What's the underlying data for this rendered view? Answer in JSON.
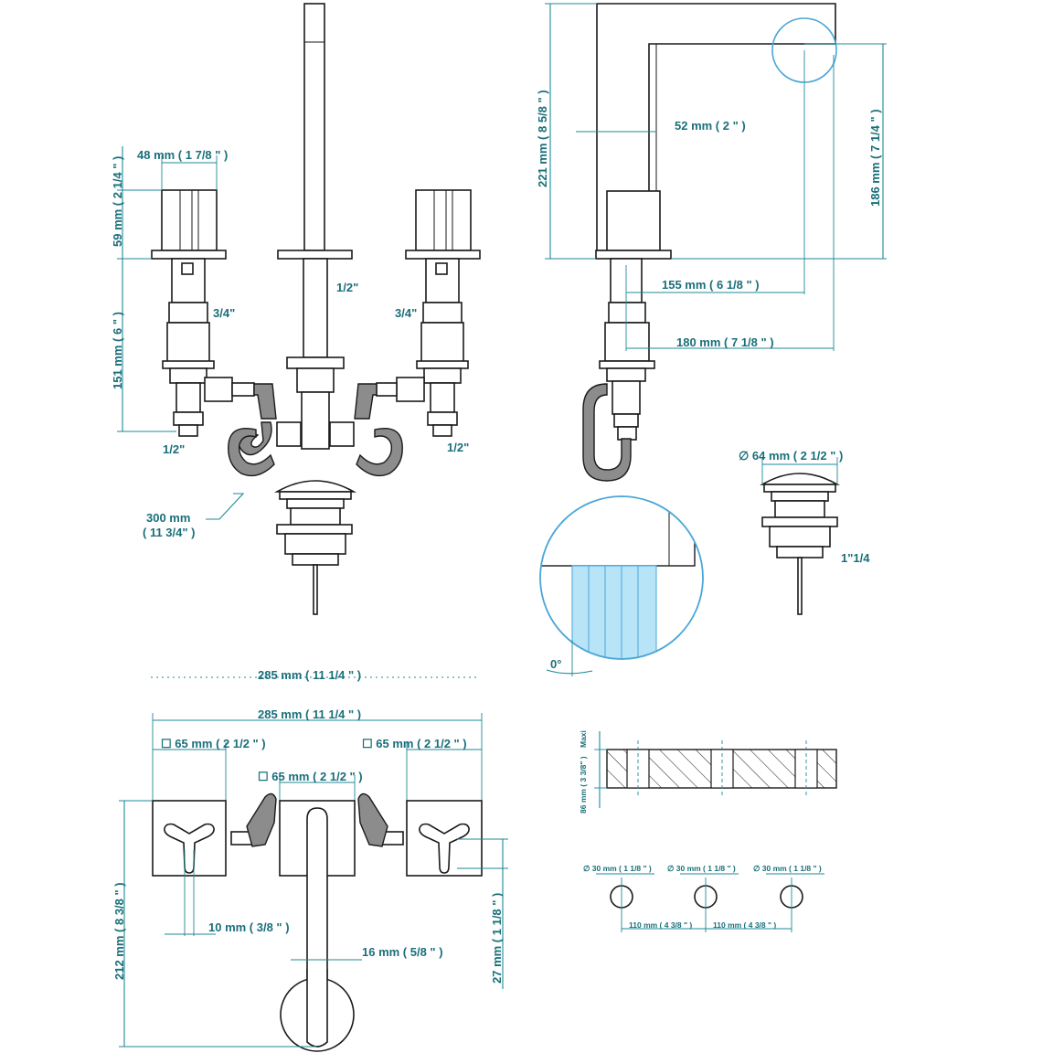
{
  "front_view": {
    "d_48": "48 mm ( 1 7/8 \" )",
    "d_59": "59 mm ( 2 1/4 \" )",
    "d_151": "151 mm ( 6 \" )",
    "t_half_center": "1/2\"",
    "t_34_left": "3/4\"",
    "t_34_right": "3/4\"",
    "t_half_left": "1/2\"",
    "t_half_right": "1/2\"",
    "d_300_a": "300 mm",
    "d_300_b": "( 11 3/4\" )"
  },
  "side_view": {
    "d_221": "221 mm ( 8 5/8 \" )",
    "d_52": "52 mm ( 2 \" )",
    "d_186": "186 mm ( 7 1/4 \" )",
    "d_155": "155 mm ( 6 1/8 \" )",
    "d_180": "180 mm ( 7 1/8 \" )",
    "d_64": "∅  64 mm ( 2 1/2 \" )",
    "t_114": "1\"1/4",
    "t_angle": "0°"
  },
  "top_view": {
    "d_285_top": "285 mm ( 11 1/4 \" )",
    "d_285": "285 mm ( 11 1/4 \" )",
    "d_65_left": "☐  65 mm ( 2 1/2 \" )",
    "d_65_right": "☐  65 mm ( 2 1/2 \" )",
    "d_65_center": "☐  65 mm ( 2 1/2 \" )",
    "d_212": "212 mm ( 8 3/8 \" )",
    "d_10": "10 mm ( 3/8 \" )",
    "d_16": "16 mm ( 5/8 \" )",
    "d_27": "27 mm ( 1 1/8 \" )"
  },
  "mounting": {
    "maxi": "Maxi",
    "d_86": "86 mm ( 3 3/8\" )",
    "hole1": "∅  30 mm ( 1 1/8 \" )",
    "hole2": "∅  30 mm ( 1 1/8 \" )",
    "hole3": "∅  30 mm ( 1 1/8 \" )",
    "d_110_a": "110 mm ( 4 3/8 \" )",
    "d_110_b": "110 mm ( 4 3/8 \" )"
  },
  "colors": {
    "dimension": "#1d8a96",
    "detail_fill": "#b8e4f7",
    "detail_stroke": "#4aa6d8",
    "hose": "#8c8c8c"
  }
}
